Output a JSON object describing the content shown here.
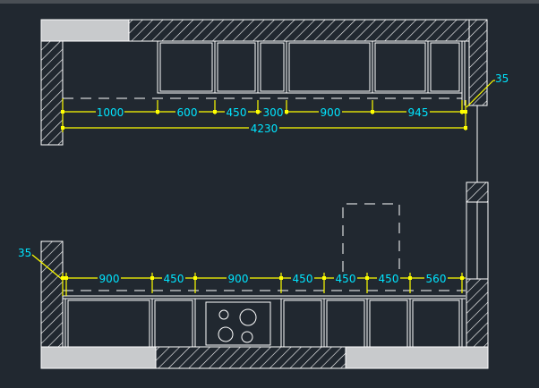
{
  "drawing": {
    "colors": {
      "background": "#212830",
      "wall_line": "#ffffff",
      "dimension_line": "#ffff00",
      "dimension_text": "#00e5ff",
      "fill_gray": "#c8cacc"
    },
    "upper_run": {
      "dimensions": [
        "1000",
        "600",
        "450",
        "300",
        "900",
        "945"
      ],
      "total": "4230",
      "end_gap": "35"
    },
    "lower_run": {
      "dimensions": [
        "900",
        "450",
        "900",
        "450",
        "450",
        "450",
        "560"
      ],
      "end_gap": "35"
    },
    "icons": [
      "cooktop-icon"
    ]
  }
}
